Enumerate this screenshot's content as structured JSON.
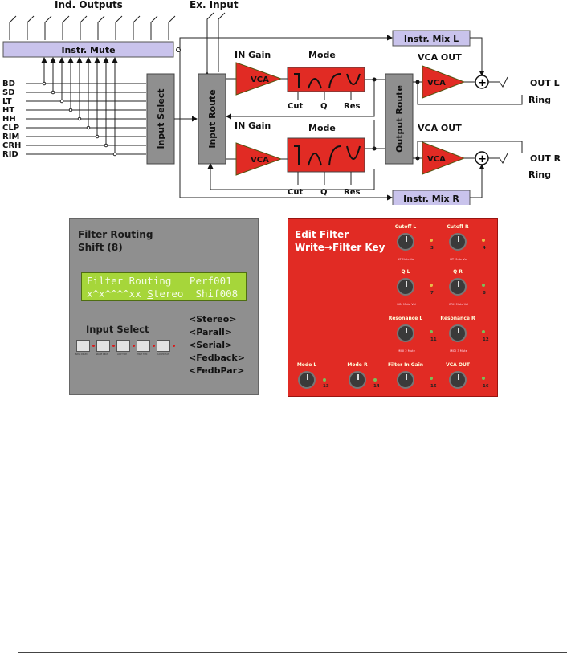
{
  "diagram": {
    "ind_outputs": "Ind. Outputs",
    "ex_input": "Ex. Input",
    "instr_mute": "Instr. Mute",
    "instruments": [
      "BD",
      "SD",
      "LT",
      "HT",
      "HH",
      "CLP",
      "RIM",
      "CRH",
      "RID"
    ],
    "input_select": "Input Select",
    "input_route": "Input Route",
    "output_route": "Output Route",
    "in_gain": "IN Gain",
    "vca": "VCA",
    "mode": "Mode",
    "cut": "Cut",
    "q": "Q",
    "res": "Res",
    "vca_out": "VCA OUT",
    "instr_mix_l": "Instr. Mix L",
    "instr_mix_r": "Instr. Mix R",
    "out_l": "OUT L",
    "out_r": "OUT R",
    "ring": "Ring",
    "colors": {
      "red": "#e12b24",
      "gray": "#8f8f8f",
      "violet": "#c9c3ec"
    }
  },
  "routing_panel": {
    "title_line1": "Filter Routing",
    "title_line2": "Shift (8)",
    "lcd_line1": "Filter Routing   Perf001",
    "lcd_line2a": "x^x^^^^xx ",
    "lcd_line2b": "S",
    "lcd_line2c": "tereo  Shif008",
    "input_select": "Input Select",
    "button_labels": [
      "BASS DRUM",
      "SNARE DRUM",
      "LOW TOM",
      "HIGH TOM",
      "CLOSED HAT"
    ],
    "modes": [
      "<Stereo>",
      "<Parall>",
      "<Serial>",
      "<Fedback>",
      "<FedbPar>"
    ]
  },
  "edit_panel": {
    "title_line1": "Edit Filter",
    "title_line2": "Write→Filter Key",
    "knobs": [
      {
        "title": "Cutoff L",
        "num": "3",
        "sub": "LT Mute Vol"
      },
      {
        "title": "Cutoff R",
        "num": "4",
        "sub": "HT Mute Vol"
      },
      {
        "title": "Q L",
        "num": "7",
        "sub": "RIM Mute Vol"
      },
      {
        "title": "Q R",
        "num": "8",
        "sub": "CRH Mute Vol"
      },
      {
        "title": "Resonance L",
        "num": "11",
        "sub": "MIDI 2 Mute"
      },
      {
        "title": "Resonance R",
        "num": "12",
        "sub": "MIDI 3 Mute"
      },
      {
        "title": "Mode L",
        "num": "13",
        "sub": ""
      },
      {
        "title": "Mode R",
        "num": "14",
        "sub": ""
      },
      {
        "title": "Filter In Gain",
        "num": "15",
        "sub": ""
      },
      {
        "title": "VCA OUT",
        "num": "16",
        "sub": ""
      }
    ]
  }
}
